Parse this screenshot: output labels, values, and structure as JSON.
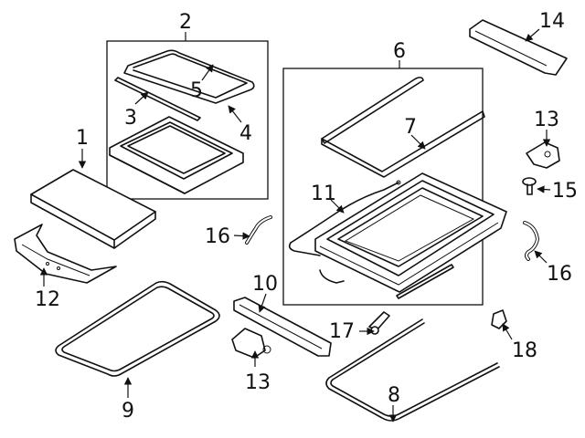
{
  "callouts": {
    "c1": "1",
    "c2": "2",
    "c3": "3",
    "c4": "4",
    "c5": "5",
    "c6": "6",
    "c7": "7",
    "c8": "8",
    "c9": "9",
    "c10": "10",
    "c11": "11",
    "c12": "12",
    "c13a": "13",
    "c13b": "13",
    "c14": "14",
    "c15": "15",
    "c16a": "16",
    "c16b": "16",
    "c17": "17",
    "c18": "18"
  }
}
